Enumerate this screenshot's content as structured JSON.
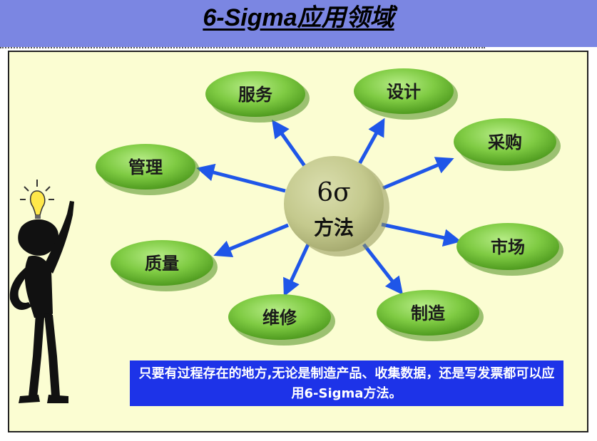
{
  "title": "6-Sigma应用领域",
  "center": {
    "line1": "6σ",
    "line2": "方法"
  },
  "nodes": {
    "service": "服务",
    "design": "设计",
    "procurement": "采购",
    "management": "管理",
    "market": "市场",
    "quality": "质量",
    "maintenance": "维修",
    "manufacturing": "制造"
  },
  "caption": "只要有过程存在的地方,无论是制造产品、收集数据，还是写发票都可以应用6-Sigma方法。",
  "colors": {
    "header": "#7b86e2",
    "panel": "#fbfdd2",
    "node_green": "#79c83c",
    "arrow_blue": "#1f56e8",
    "caption_bg": "#1d33e8"
  }
}
